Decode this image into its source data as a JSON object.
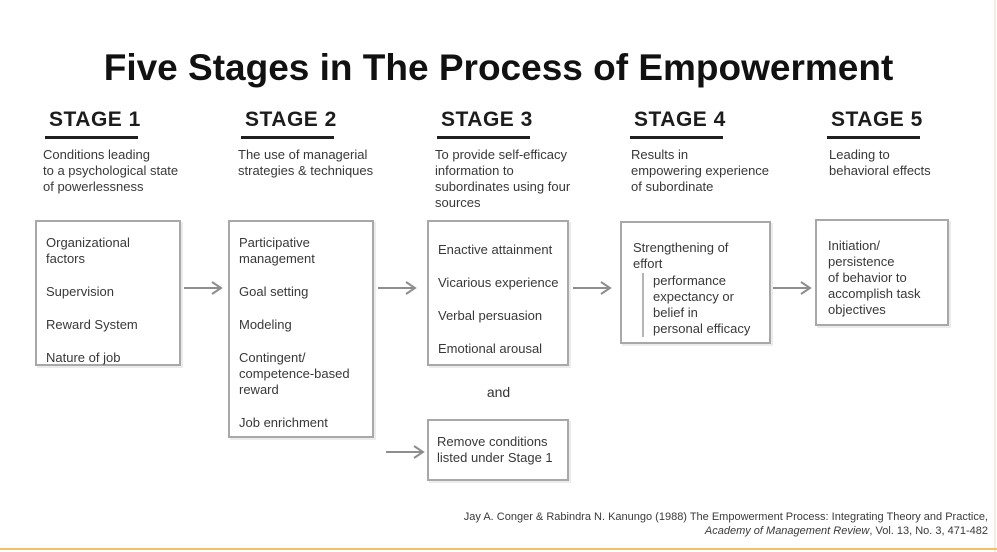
{
  "slide": {
    "title": "Five Stages in The Process of Empowerment",
    "and_label": "and",
    "colors": {
      "bottom_accent": "#f2c26a",
      "right_accent": "#f6eddc",
      "box_border": "#a8a8a8",
      "arrow": "#8e8e8e",
      "text": "#383838"
    }
  },
  "stages": [
    {
      "header": "STAGE 1",
      "description": "Conditions leading\nto a psychological state\nof powerlessness",
      "items": [
        "Organizational factors",
        "Supervision",
        "Reward System",
        "Nature of job"
      ]
    },
    {
      "header": "STAGE 2",
      "description": "The use of managerial\nstrategies & techniques",
      "items": [
        "Participative\nmanagement",
        "Goal setting",
        "Modeling",
        "Contingent/\ncompetence-based\nreward",
        "Job enrichment"
      ]
    },
    {
      "header": "STAGE 3",
      "description": "To provide self-efficacy\ninformation to\nsubordinates using four\nsources",
      "items": [
        "Enactive attainment",
        "Vicarious experience",
        "Verbal persuasion",
        "Emotional arousal"
      ]
    },
    {
      "header": "STAGE 4",
      "description": "Results in\nempowering experience\nof subordinate",
      "lead": "Strengthening of effort",
      "indented": "performance\nexpectancy or\nbelief in\npersonal efficacy"
    },
    {
      "header": "STAGE 5",
      "description": "Leading to\nbehavioral effects",
      "items": [
        "Initiation/\npersistence\nof behavior to\naccomplish task\nobjectives"
      ]
    }
  ],
  "remove_box": {
    "text": "Remove conditions\nlisted under Stage 1"
  },
  "citation": {
    "line1": "Jay A. Conger & Rabindra N. Kanungo (1988) The Empowerment Process: Integrating Theory and Practice,",
    "journal": "Academy of Management Review",
    "line2_rest": ", Vol. 13, No. 3, 471-482"
  }
}
